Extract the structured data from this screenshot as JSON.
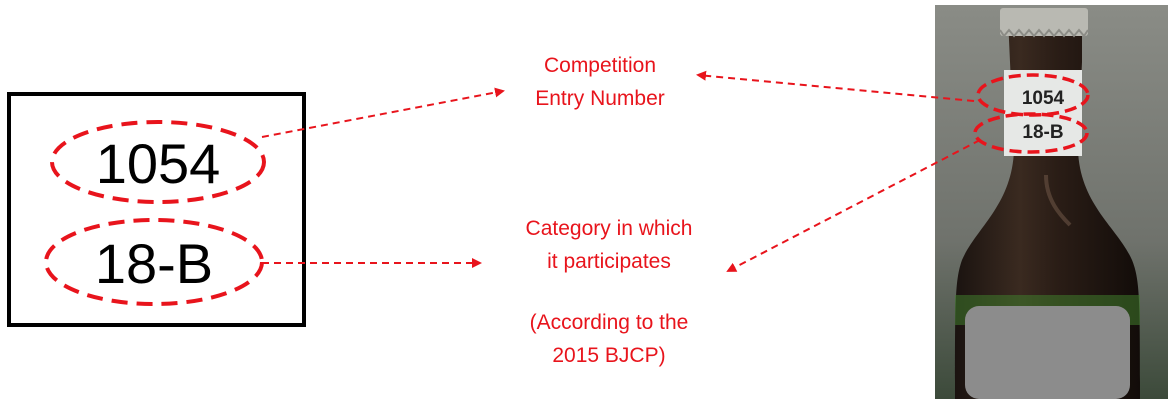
{
  "label": {
    "entry_number": "1054",
    "category": "18-B"
  },
  "annotations": {
    "entry_line1": "Competition",
    "entry_line2": "Entry Number",
    "category_line1": "Category in which",
    "category_line2": "it participates",
    "note_line1": "(According to the",
    "note_line2": "2015 BJCP)"
  },
  "colors": {
    "accent": "#e8141c",
    "box_border": "#000000"
  }
}
